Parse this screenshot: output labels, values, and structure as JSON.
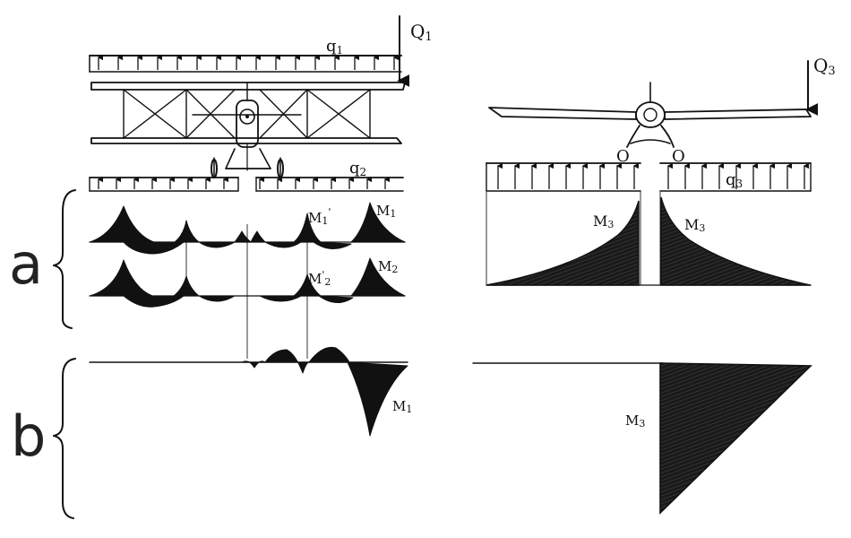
{
  "labels": {
    "row_a": "a",
    "row_b": "b",
    "Q1": "Q",
    "Q1_sub": "1",
    "q1": "q",
    "q1_sub": "1",
    "q2": "q",
    "q2_sub": "2",
    "M1p": "M",
    "M1p_sub": "1",
    "M1p_prime": "'",
    "M1": "M",
    "M1_sub": "1",
    "M2p": "M",
    "M2p_sub": "2",
    "M2p_prime": "'",
    "M2": "M",
    "M2_sub": "2",
    "M1b": "M",
    "M1b_sub": "1",
    "Q3": "Q",
    "Q3_sub": "3",
    "q3": "q",
    "q3_sub": "3",
    "O_left": "O",
    "O_right": "O",
    "M3_left": "M",
    "M3_left_sub": "3",
    "M3_right": "M",
    "M3_right_sub": "3",
    "M3b": "M",
    "M3b_sub": "3"
  }
}
